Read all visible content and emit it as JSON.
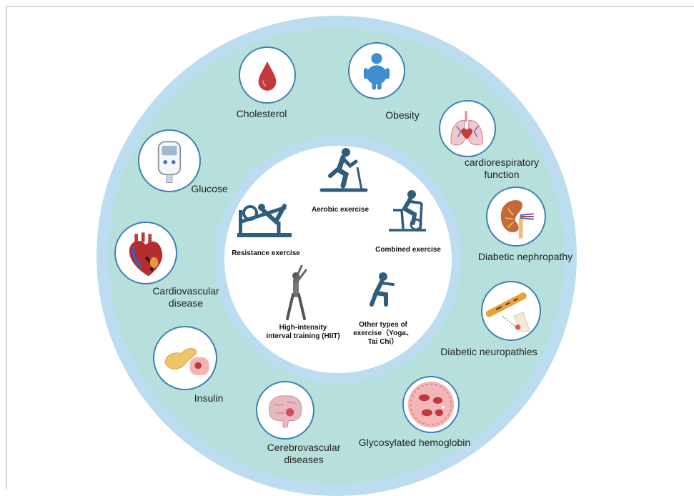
{
  "outcomes": {
    "cholesterol": "Cholesterol",
    "obesity": "Obesity",
    "cardiorespiratory_line1": "cardiorespiratory",
    "cardiorespiratory_line2": "function",
    "glucose": "Glucose",
    "diabetic_nephropathy": "Diabetic nephropathy",
    "cardiovascular_line1": "Cardiovascular",
    "cardiovascular_line2": "disease",
    "diabetic_neuropathies": "Diabetic neuropathies",
    "insulin": "Insulin",
    "glycosylated_hemoglobin": "Glycosylated hemoglobin",
    "cerebrovascular_line1": "Cerebrovascular",
    "cerebrovascular_line2": "diseases"
  },
  "exercises": {
    "aerobic": "Aerobic exercise",
    "resistance": "Resistance exercise",
    "combined": "Combined exercise",
    "hiit_line1": "High-intensity",
    "hiit_line2": "interval training (HIIT)",
    "other_line1": "Other types of",
    "other_line2": "exercise（Yoga、",
    "other_line3": "Tai Chi）"
  },
  "colors": {
    "outer_ring": "#bcdcef",
    "teal_band": "#b7e0dc",
    "icon_border": "#3e7fb2",
    "exercise_icon": "#2f5d7c"
  },
  "icons": [
    "blood-drop-icon",
    "body-icon",
    "lungs-heart-icon",
    "glucose-meter-icon",
    "kidney-icon",
    "heart-icon",
    "nerve-icon",
    "pancreas-icon",
    "red-blood-cell-icon",
    "brain-icon",
    "treadmill-icon",
    "leg-press-icon",
    "exercise-bike-icon",
    "stretching-woman-icon",
    "squat-icon"
  ]
}
